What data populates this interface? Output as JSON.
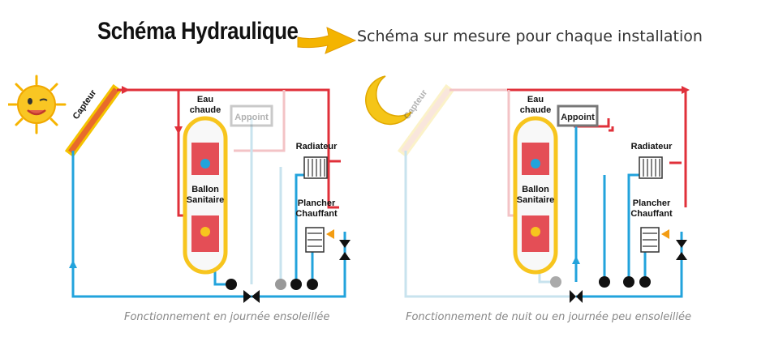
{
  "header": {
    "title": "Schéma Hydraulique",
    "subtitle": "Schéma sur mesure pour chaque installation"
  },
  "day_panel": {
    "collector_label": "Capteur",
    "hot_water_label_1": "Eau",
    "hot_water_label_2": "chaude",
    "backup_label": "Appoint",
    "tank_label_1": "Ballon",
    "tank_label_2": "Sanitaire",
    "radiator_label": "Radiateur",
    "floor_label_1": "Plancher",
    "floor_label_2": "Chauffant",
    "caption": "Fonctionnement en journée ensoleillée"
  },
  "night_panel": {
    "collector_label": "Capteur",
    "hot_water_label_1": "Eau",
    "hot_water_label_2": "chaude",
    "backup_label": "Appoint",
    "tank_label_1": "Ballon",
    "tank_label_2": "Sanitaire",
    "radiator_label": "Radiateur",
    "floor_label_1": "Plancher",
    "floor_label_2": "Chauffant",
    "caption": "Fonctionnement de nuit ou en journée peu ensoleillée"
  },
  "colors": {
    "hot": "#e0303a",
    "cold": "#22a3dc",
    "tank": "#f7c51e",
    "arrow": "#f4b400",
    "faded_hot": "#f3c3c6",
    "faded_cold": "#c8e3ee"
  },
  "icons": [
    "sun-icon",
    "moon-icon",
    "arrow-right-icon",
    "pump-icon",
    "valve-icon"
  ]
}
